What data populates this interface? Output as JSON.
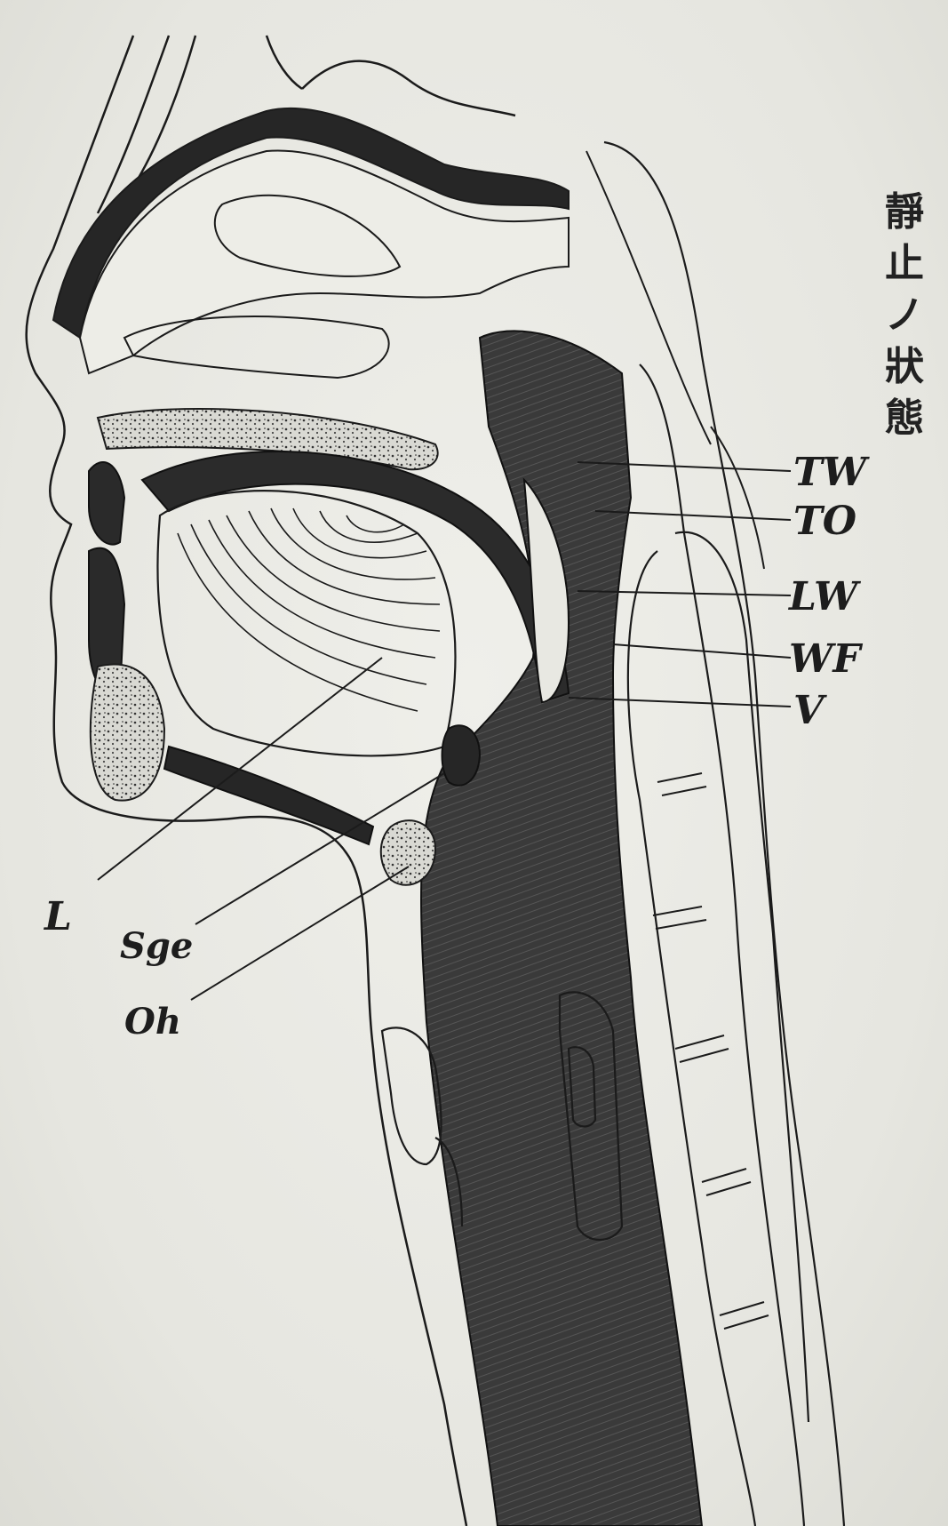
{
  "title_vertical": [
    "靜",
    "止",
    "ノ",
    "狀",
    "態"
  ],
  "labels": {
    "tw": "TW",
    "to": "TO",
    "lw": "LW",
    "wf": "WF",
    "v": "V",
    "l": "L",
    "sge": "Sge",
    "oh": "Oh"
  },
  "colors": {
    "paper": "#e9e9e4",
    "ink": "#1b1b1b",
    "dark_fill": "#2e2e2e"
  }
}
